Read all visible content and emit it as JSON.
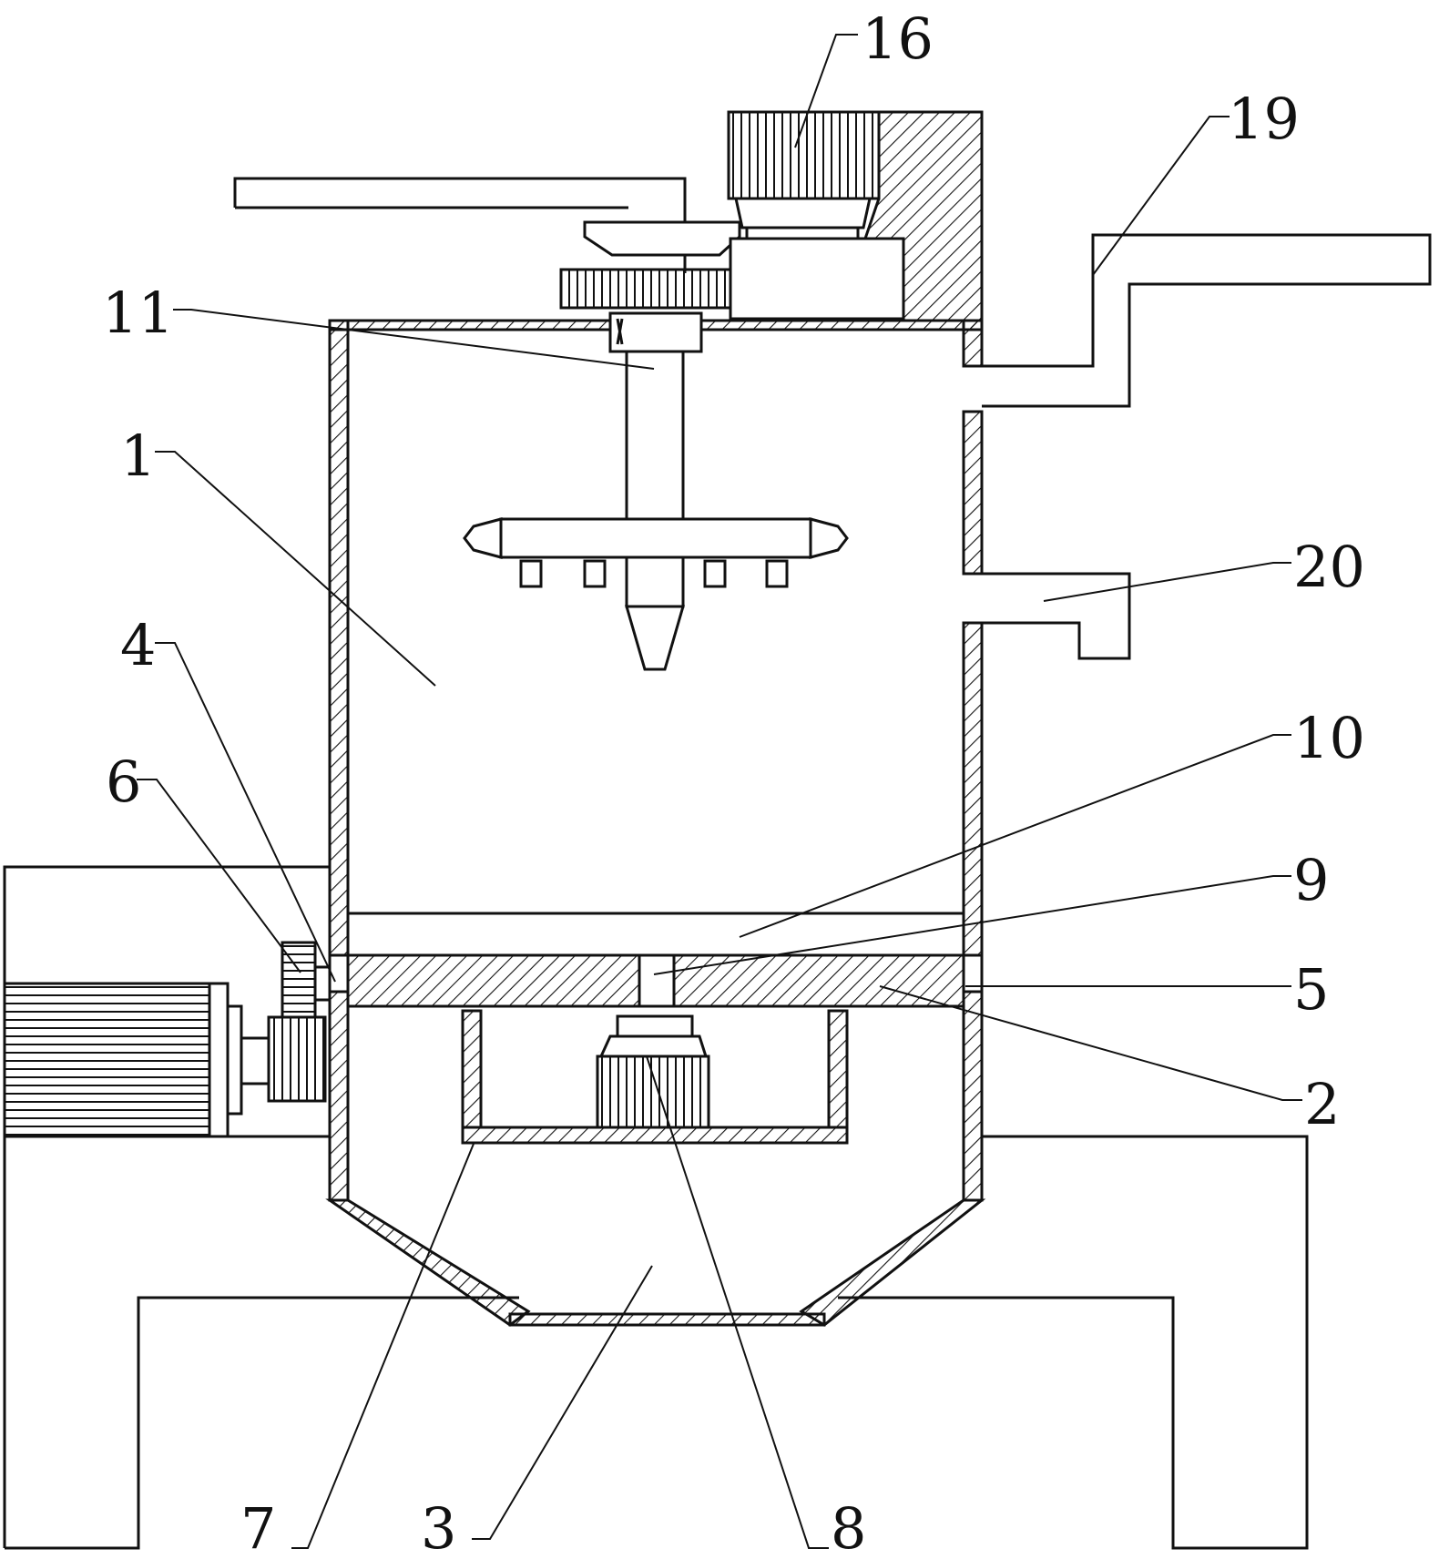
{
  "labels": {
    "l1": "1",
    "l2": "2",
    "l3": "3",
    "l4": "4",
    "l5": "5",
    "l6": "6",
    "l7": "7",
    "l8": "8",
    "l9": "9",
    "l10": "10",
    "l11": "11",
    "l16": "16",
    "l19": "19",
    "l20": "20"
  }
}
